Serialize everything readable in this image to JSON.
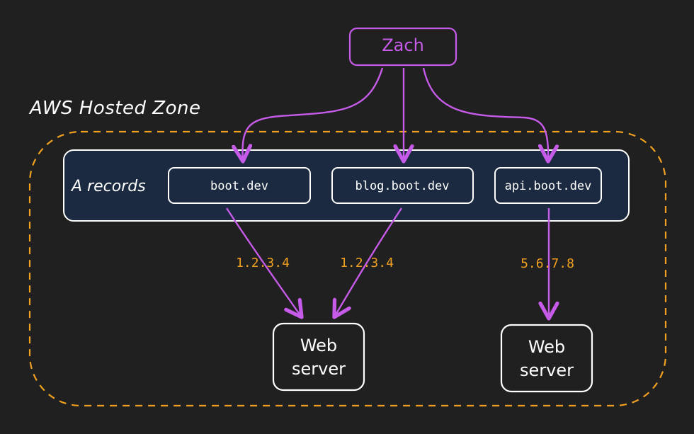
{
  "colors": {
    "background": "#202020",
    "accent_purple": "#c65be9",
    "accent_orange": "#f0a020",
    "record_panel": "#1b2a40",
    "white": "#ffffff"
  },
  "user": {
    "label": "Zach"
  },
  "zone": {
    "title": "AWS Hosted Zone"
  },
  "records": {
    "group_label": "A records",
    "items": [
      {
        "domain": "boot.dev"
      },
      {
        "domain": "blog.boot.dev"
      },
      {
        "domain": "api.boot.dev"
      }
    ]
  },
  "ip_labels": [
    {
      "ip": "1.2.3.4"
    },
    {
      "ip": "1.2.3.4"
    },
    {
      "ip": "5.6.7.8"
    }
  ],
  "servers": [
    {
      "line1": "Web",
      "line2": "server"
    },
    {
      "line1": "Web",
      "line2": "server"
    }
  ]
}
